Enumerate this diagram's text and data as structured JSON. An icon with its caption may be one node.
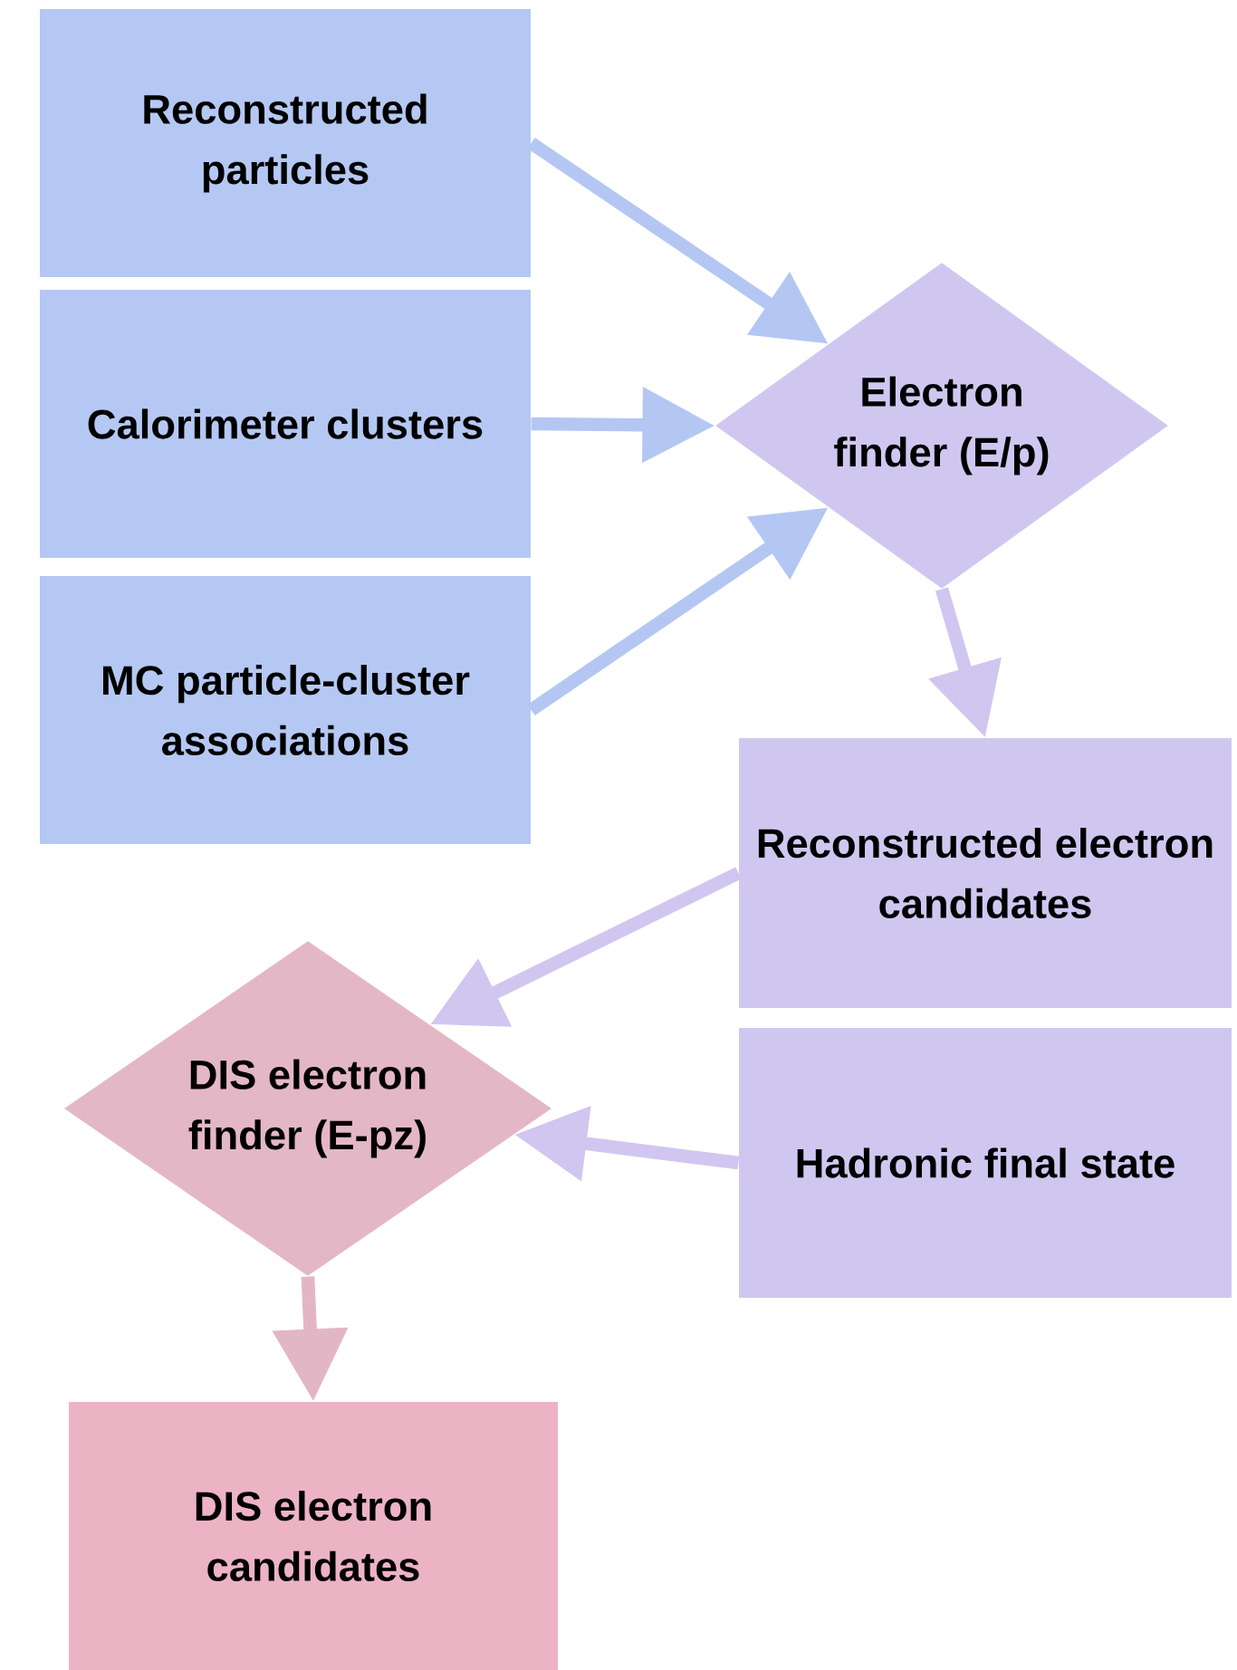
{
  "diagram": {
    "nodes": [
      {
        "text": [
          "Reconstructed particles"
        ]
      },
      {
        "text": [
          "Calorimeter clusters"
        ]
      },
      {
        "text": [
          "MC particle-cluster associations"
        ]
      },
      {
        "text": [
          "Electron finder (E/p)"
        ]
      },
      {
        "text": [
          "Reconstructed electron candidates"
        ]
      },
      {
        "text": [
          "Hadronic final state"
        ]
      },
      {
        "text": [
          "DIS electron finder (E-pz)"
        ]
      },
      {
        "text": [
          "DIS electron candidates"
        ]
      }
    ],
    "edges": [
      {
        "from": 0,
        "to": 3,
        "arrow": "to",
        "color": "#b4c7f3"
      },
      {
        "from": 1,
        "to": 3,
        "arrow": "to",
        "color": "#b4c7f3"
      },
      {
        "from": 2,
        "to": 3,
        "arrow": "to",
        "color": "#b4c7f3"
      },
      {
        "from": 3,
        "to": 4,
        "arrow": "to",
        "color": "#d0c6f0"
      },
      {
        "from": 4,
        "to": 6,
        "arrow": "to",
        "color": "#d0c6f0"
      },
      {
        "from": 5,
        "to": 6,
        "arrow": "to",
        "color": "#d0c6f0"
      },
      {
        "from": 6,
        "to": 7,
        "arrow": "to",
        "color": "#e3b6c6"
      }
    ]
  }
}
